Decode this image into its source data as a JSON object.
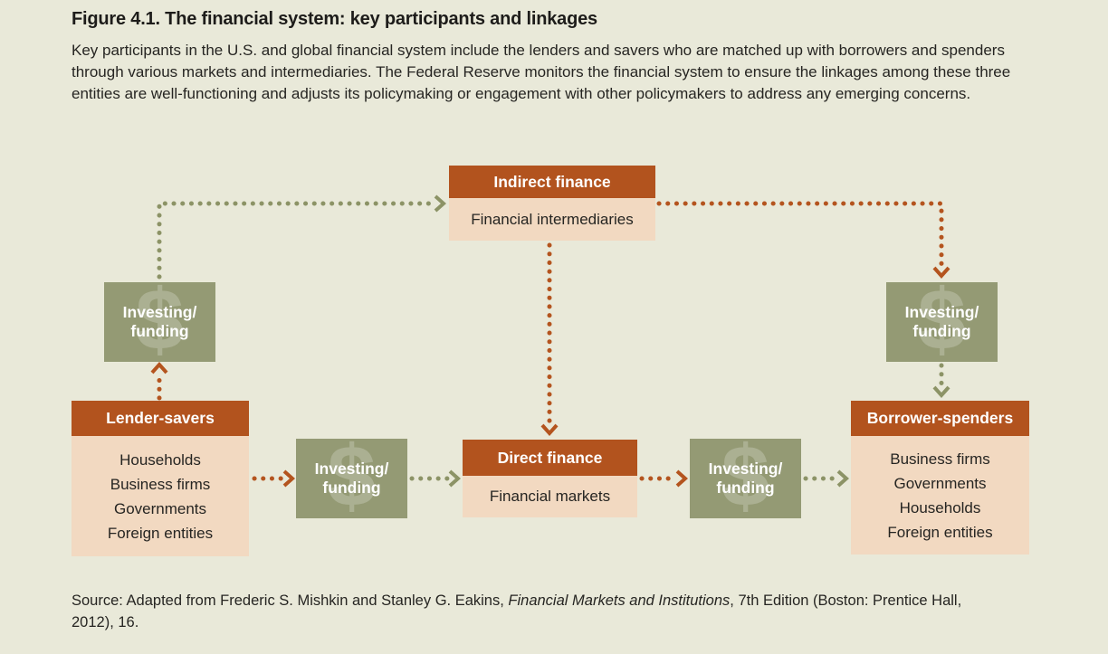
{
  "figure": {
    "title": "Figure 4.1. The financial system: key participants and linkages",
    "description": "Key participants in the U.S. and global financial system include the lenders and savers who are matched up with borrowers and spenders through various markets and intermediaries. The Federal Reserve monitors the financial system to ensure the linkages among these three entities are well-functioning and adjusts its policymaking or engagement with other policymakers to address any emerging concerns.",
    "source_prefix": "Source: Adapted from Frederic S. Mishkin and Stanley G. Eakins, ",
    "source_title": "Financial Markets and Institutions",
    "source_suffix": ", 7th Edition (Boston: Prentice Hall, 2012), 16."
  },
  "diagram": {
    "indirect_finance": {
      "header": "Indirect finance",
      "body": "Financial intermediaries"
    },
    "direct_finance": {
      "header": "Direct finance",
      "body": "Financial markets"
    },
    "lender_savers": {
      "header": "Lender-savers",
      "items": [
        "Households",
        "Business firms",
        "Governments",
        "Foreign entities"
      ]
    },
    "borrower_spenders": {
      "header": "Borrower-spenders",
      "items": [
        "Business firms",
        "Governments",
        "Households",
        "Foreign entities"
      ]
    },
    "investing_funding": {
      "line1": "Investing/",
      "line2": "funding",
      "watermark": "$"
    }
  },
  "colors": {
    "page_background": "#e9e9d9",
    "rust": "#b2531e",
    "peach": "#f2d9c1",
    "olive": "#949a74",
    "arrow_green": "#8c9366",
    "arrow_rust": "#b4541e",
    "text_dark": "#262522",
    "title_dark": "#1d1c1a",
    "white": "#ffffff"
  }
}
